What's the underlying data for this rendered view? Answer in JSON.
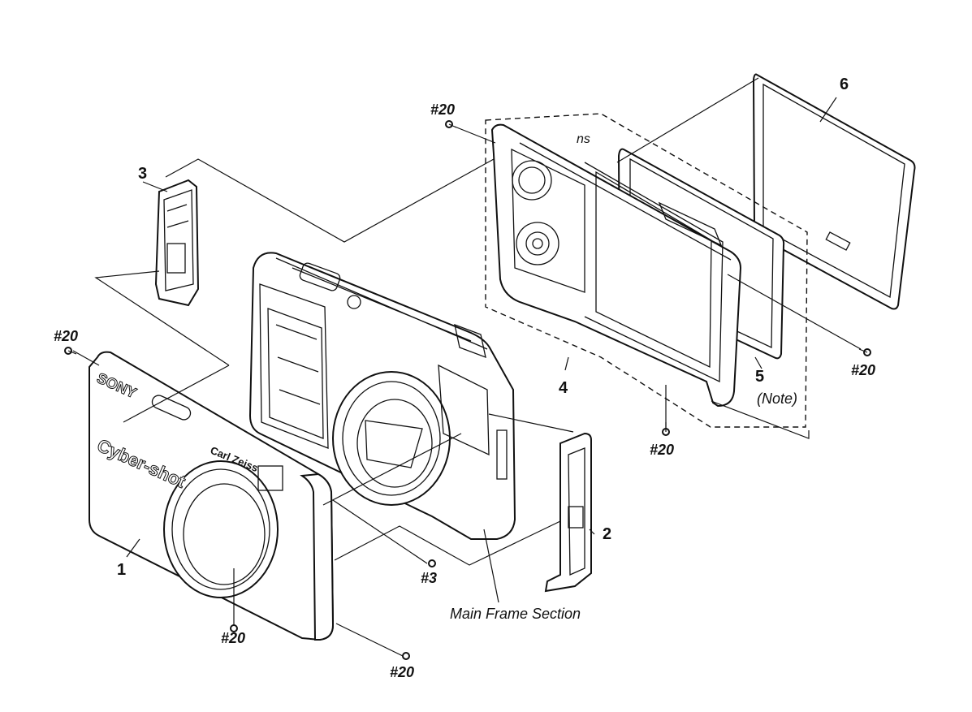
{
  "diagram": {
    "part_labels": {
      "p1": "1",
      "p2": "2",
      "p3": "3",
      "p4": "4",
      "p5": "5",
      "p6": "6"
    },
    "note": "(Note)",
    "ns": "ns",
    "caption": "Main Frame Section",
    "screws": {
      "s20_top": "#20",
      "s20_left": "#20",
      "s20_right": "#20",
      "s20_center": "#20",
      "s20_bottom_a": "#20",
      "s20_bottom_b": "#20",
      "s3": "#3"
    },
    "markings": {
      "brand": "SONY",
      "model": "Cyber-shot",
      "lens": "Carl Zeiss"
    }
  }
}
